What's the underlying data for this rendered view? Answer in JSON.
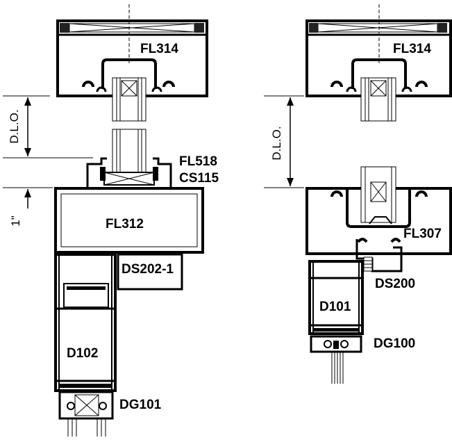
{
  "left_detail": {
    "labels": {
      "top_frame": "FL314",
      "gasket": "FL518",
      "sill_cover": "CS115",
      "mullion": "FL312",
      "sub_sill": "DS202-1",
      "door_rail": "D102",
      "door_glazing": "DG101"
    },
    "dimensions": {
      "daylight_opening": "D.L.O.",
      "offset": "1\""
    }
  },
  "right_detail": {
    "labels": {
      "top_frame": "FL314",
      "frame": "FL307",
      "door_stop": "DS200",
      "door_rail": "D101",
      "door_glazing": "DG100"
    },
    "dimensions": {
      "daylight_opening": "D.L.O."
    }
  }
}
